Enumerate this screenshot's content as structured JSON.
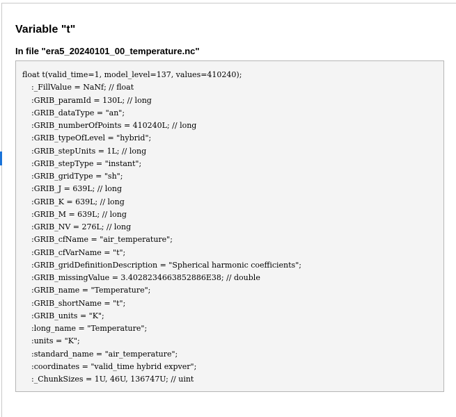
{
  "header": {
    "title": "Variable \"t\"",
    "file_line": "In file \"era5_20240101_00_temperature.nc\""
  },
  "code": {
    "declaration": "float t(valid_time=1, model_level=137, values=410240);",
    "attributes": [
      ":_FillValue = NaNf; // float",
      ":GRIB_paramId = 130L; // long",
      ":GRIB_dataType = \"an\";",
      ":GRIB_numberOfPoints = 410240L; // long",
      ":GRIB_typeOfLevel = \"hybrid\";",
      ":GRIB_stepUnits = 1L; // long",
      ":GRIB_stepType = \"instant\";",
      ":GRIB_gridType = \"sh\";",
      ":GRIB_J = 639L; // long",
      ":GRIB_K = 639L; // long",
      ":GRIB_M = 639L; // long",
      ":GRIB_NV = 276L; // long",
      ":GRIB_cfName = \"air_temperature\";",
      ":GRIB_cfVarName = \"t\";",
      ":GRIB_gridDefinitionDescription = \"Spherical harmonic coefficients\";",
      ":GRIB_missingValue = 3.4028234663852886E38; // double",
      ":GRIB_name = \"Temperature\";",
      ":GRIB_shortName = \"t\";",
      ":GRIB_units = \"K\";",
      ":long_name = \"Temperature\";",
      ":units = \"K\";",
      ":standard_name = \"air_temperature\";",
      ":coordinates = \"valid_time hybrid expver\";",
      ":_ChunkSizes = 1U, 46U, 136747U; // uint"
    ]
  },
  "colors": {
    "accent": "#1a73d9",
    "code_bg": "#f4f4f4",
    "code_border": "#b5b5b5"
  }
}
